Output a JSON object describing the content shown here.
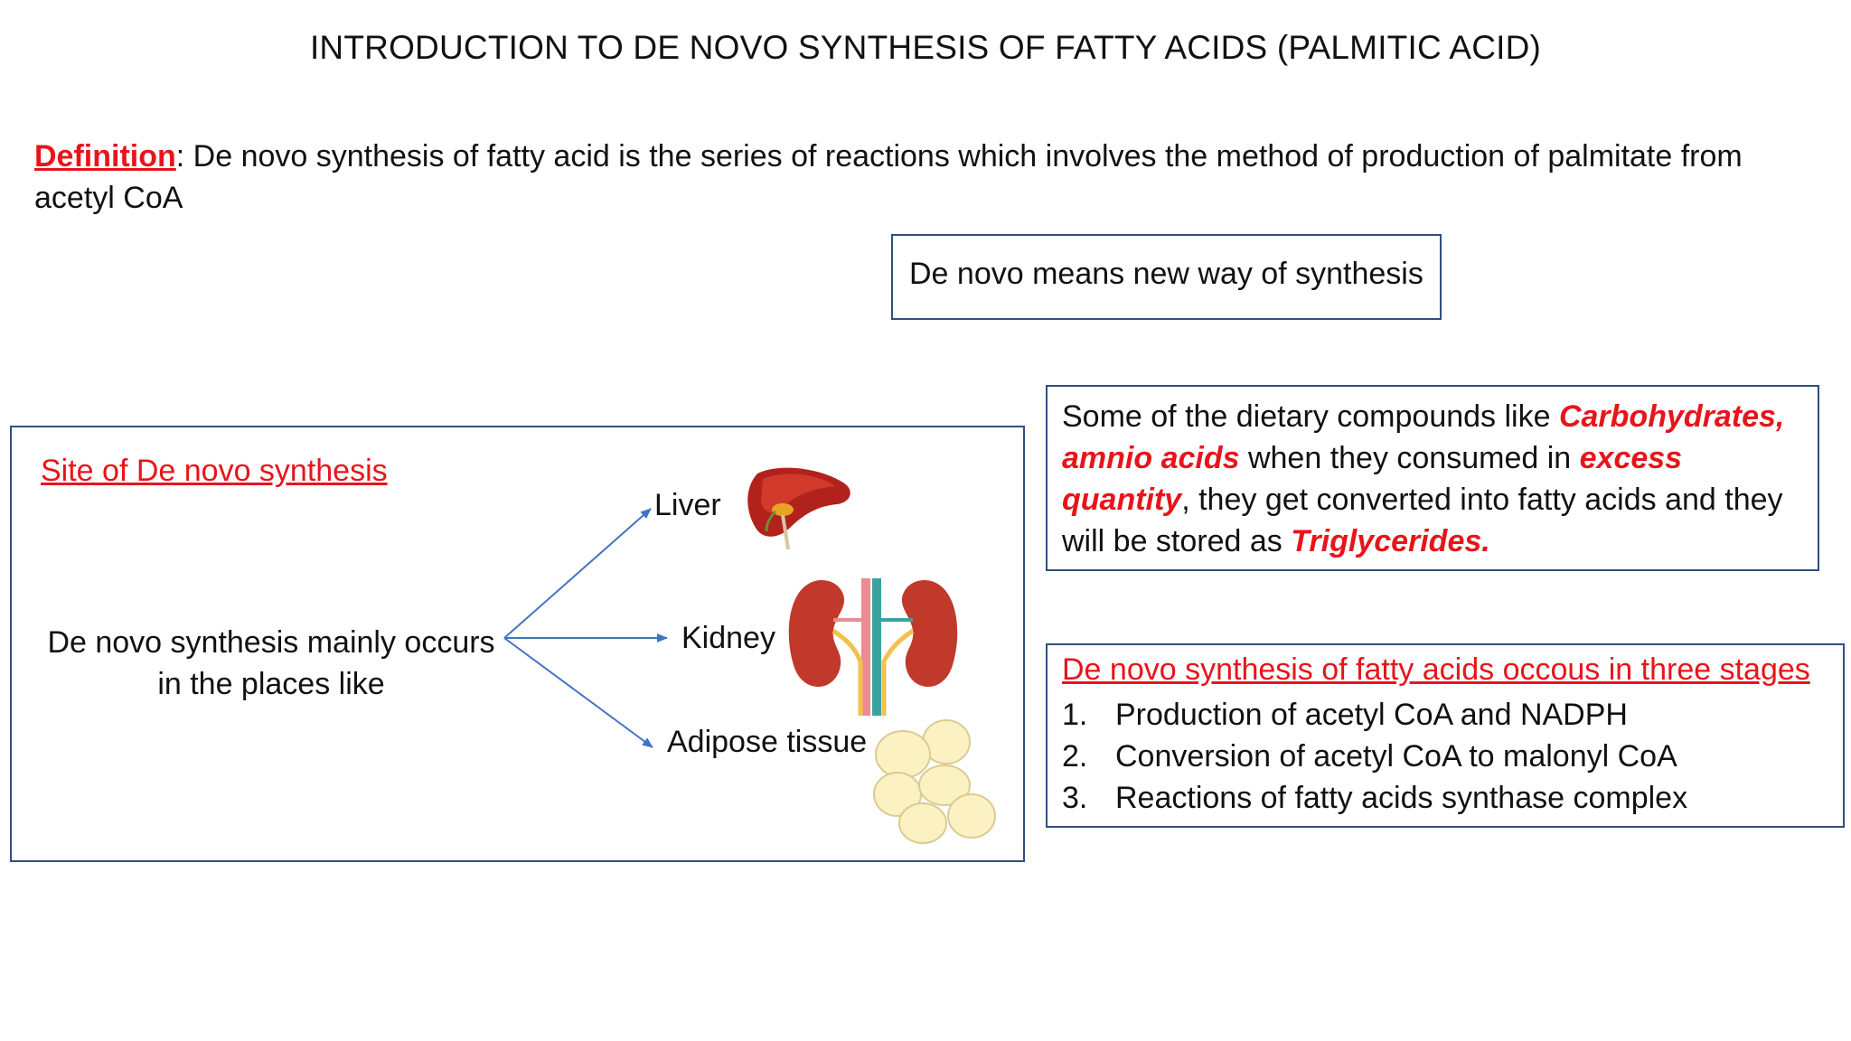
{
  "title": "INTRODUCTION TO DE NOVO SYNTHESIS OF FATTY ACIDS (PALMITIC ACID)",
  "definition": {
    "label": "Definition",
    "text": ": De novo synthesis of fatty acid is the series of reactions which involves the method of production of palmitate from acetyl CoA"
  },
  "denovo_box": "De novo means new way of synthesis",
  "site": {
    "heading": "Site of De novo synthesis",
    "occurs_line1": "De novo synthesis mainly occurs",
    "occurs_line2": "in the places like",
    "places": [
      "Liver",
      "Kidney",
      "Adipose tissue"
    ]
  },
  "dietary": {
    "p1": "Some of the dietary compounds like ",
    "carbs": "Carbohydrates,",
    "amino": "amnio acids",
    "p2": " when they consumed in ",
    "excess": "excess quantity",
    "p3": ", they get converted into fatty acids and they will be stored as ",
    "tg": "Triglycerides."
  },
  "stages": {
    "heading": "De novo synthesis of fatty acids occous in three stages",
    "items": [
      {
        "num": "1.",
        "text": "Production of acetyl CoA and NADPH"
      },
      {
        "num": "2.",
        "text": "Conversion of acetyl CoA to malonyl CoA"
      },
      {
        "num": "3.",
        "text": "Reactions of fatty acids synthase complex"
      }
    ]
  },
  "colors": {
    "accent_red": "#e8141b",
    "box_border": "#2f4f7f",
    "arrow": "#4472c4"
  },
  "icons": [
    "liver-icon",
    "kidney-icon",
    "adipose-tissue-icon"
  ]
}
